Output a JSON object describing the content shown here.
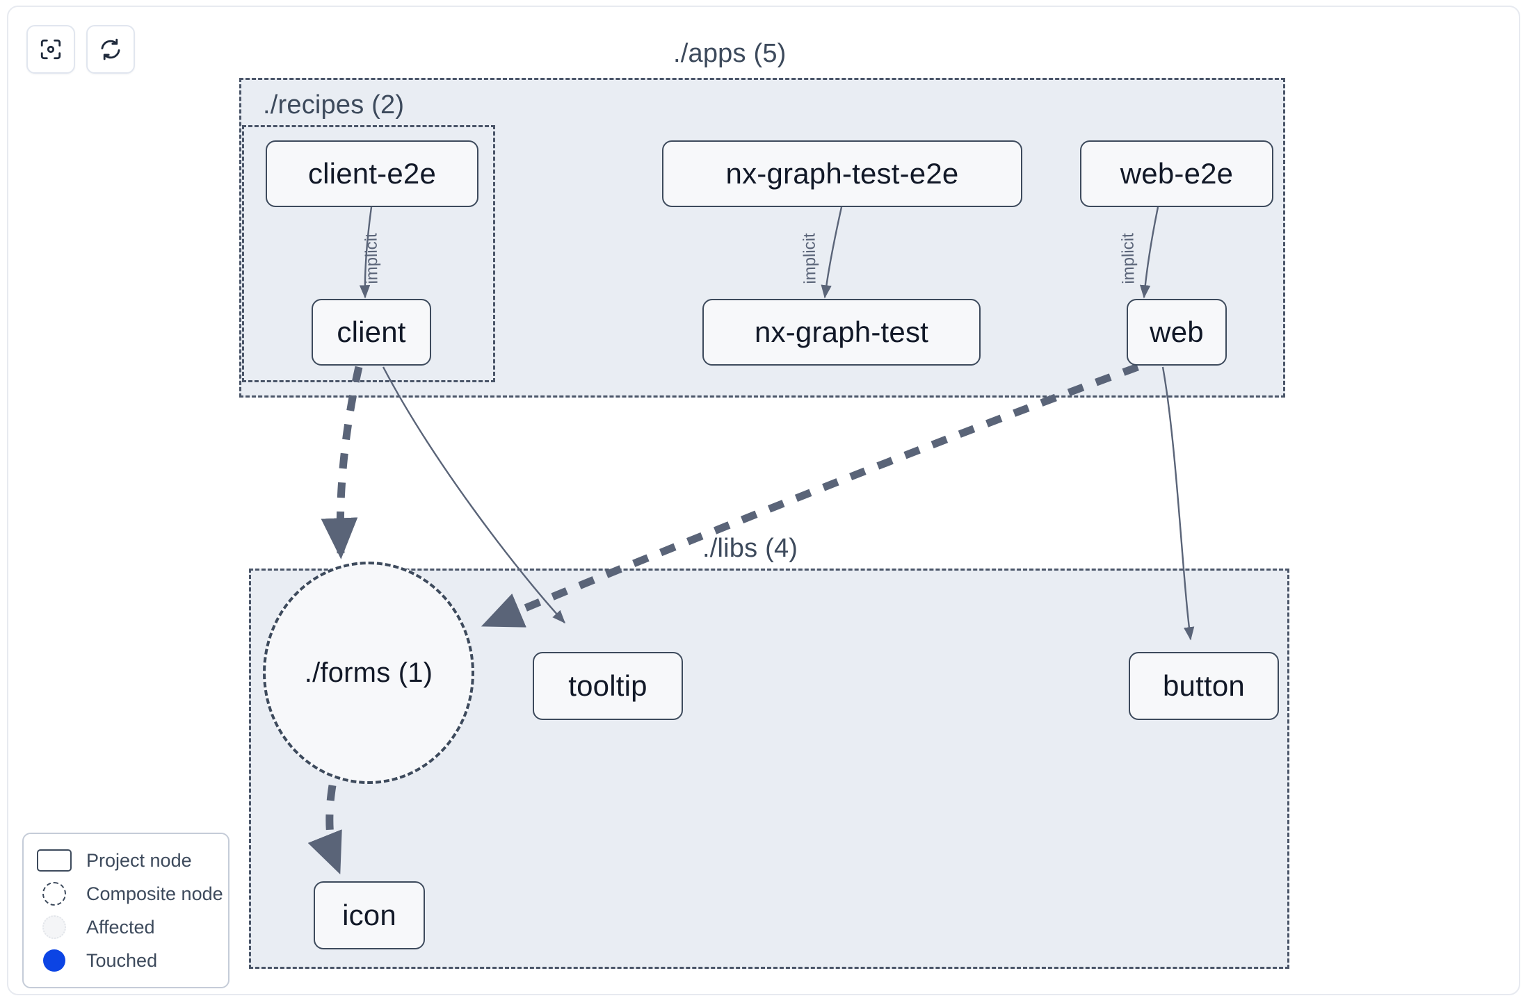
{
  "toolbar": {
    "buttons": [
      {
        "name": "focus-graph-button",
        "icon": "focus-target-icon",
        "label": ""
      },
      {
        "name": "refresh-graph-button",
        "icon": "refresh-icon",
        "label": ""
      }
    ]
  },
  "graph": {
    "groups": [
      {
        "id": "apps",
        "label": "./apps (5)",
        "label_align": "center"
      },
      {
        "id": "recipes",
        "label": "./recipes (2)",
        "label_align": "left"
      },
      {
        "id": "libs",
        "label": "./libs (4)",
        "label_align": "center"
      }
    ],
    "nodes": [
      {
        "id": "client-e2e",
        "label": "client-e2e",
        "type": "project"
      },
      {
        "id": "nx-graph-test-e2e",
        "label": "nx-graph-test-e2e",
        "type": "project"
      },
      {
        "id": "web-e2e",
        "label": "web-e2e",
        "type": "project"
      },
      {
        "id": "client",
        "label": "client",
        "type": "project"
      },
      {
        "id": "nx-graph-test",
        "label": "nx-graph-test",
        "type": "project"
      },
      {
        "id": "web",
        "label": "web",
        "type": "project"
      },
      {
        "id": "forms",
        "label": "./forms (1)",
        "type": "composite"
      },
      {
        "id": "tooltip",
        "label": "tooltip",
        "type": "project"
      },
      {
        "id": "button",
        "label": "button",
        "type": "project"
      },
      {
        "id": "icon",
        "label": "icon",
        "type": "project"
      }
    ],
    "edges": [
      {
        "from": "client-e2e",
        "to": "client",
        "label": "implicit",
        "style": "solid-thin"
      },
      {
        "from": "nx-graph-test-e2e",
        "to": "nx-graph-test",
        "label": "implicit",
        "style": "solid-thin"
      },
      {
        "from": "web-e2e",
        "to": "web",
        "label": "implicit",
        "style": "solid-thin"
      },
      {
        "from": "client",
        "to": "forms",
        "label": "",
        "style": "dashed-thick"
      },
      {
        "from": "client",
        "to": "tooltip",
        "label": "",
        "style": "solid-thin"
      },
      {
        "from": "web",
        "to": "forms",
        "label": "",
        "style": "dashed-thick"
      },
      {
        "from": "web",
        "to": "button",
        "label": "",
        "style": "solid-thin"
      },
      {
        "from": "forms",
        "to": "icon",
        "label": "",
        "style": "dashed-thick"
      }
    ]
  },
  "legend": {
    "items": [
      {
        "swatch": "project-node-swatch",
        "label": "Project node"
      },
      {
        "swatch": "composite-node-swatch",
        "label": "Composite node"
      },
      {
        "swatch": "affected-swatch",
        "label": "Affected"
      },
      {
        "swatch": "touched-swatch",
        "label": "Touched"
      }
    ]
  },
  "colors": {
    "group_fill": "#e9edf3",
    "group_border": "#4a5568",
    "node_fill": "#f7f8fa",
    "node_border": "#3d4a5c",
    "edge": "#5a6478",
    "text": "#111827",
    "touched": "#0c44e4",
    "frame_border": "#e7eaf0"
  }
}
